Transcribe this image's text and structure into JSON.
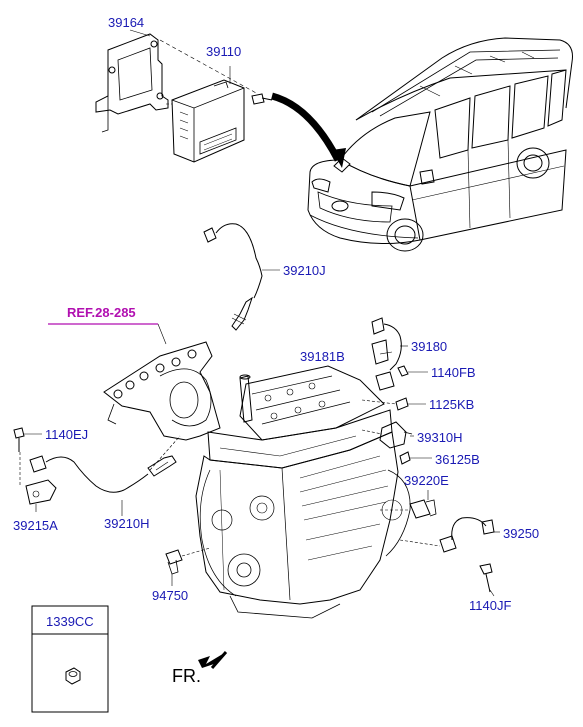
{
  "colors": {
    "label": "#1a1ab4",
    "reference": "#b10fb0",
    "line": "#000000"
  },
  "labels": {
    "p39164": "39164",
    "p39110": "39110",
    "p39210J": "39210J",
    "p39180": "39180",
    "p39181B": "39181B",
    "p1140FB": "1140FB",
    "p1125KB": "1125KB",
    "p1140EJ": "1140EJ",
    "p39310H": "39310H",
    "p36125B": "36125B",
    "p39220E": "39220E",
    "p39250": "39250",
    "p39215A": "39215A",
    "p39210H": "39210H",
    "p94750": "94750",
    "p1140JF": "1140JF"
  },
  "reference": "REF.28-285",
  "inset_box": {
    "title": "1339CC",
    "icon": "nut-icon"
  },
  "front_indicator": "FR."
}
